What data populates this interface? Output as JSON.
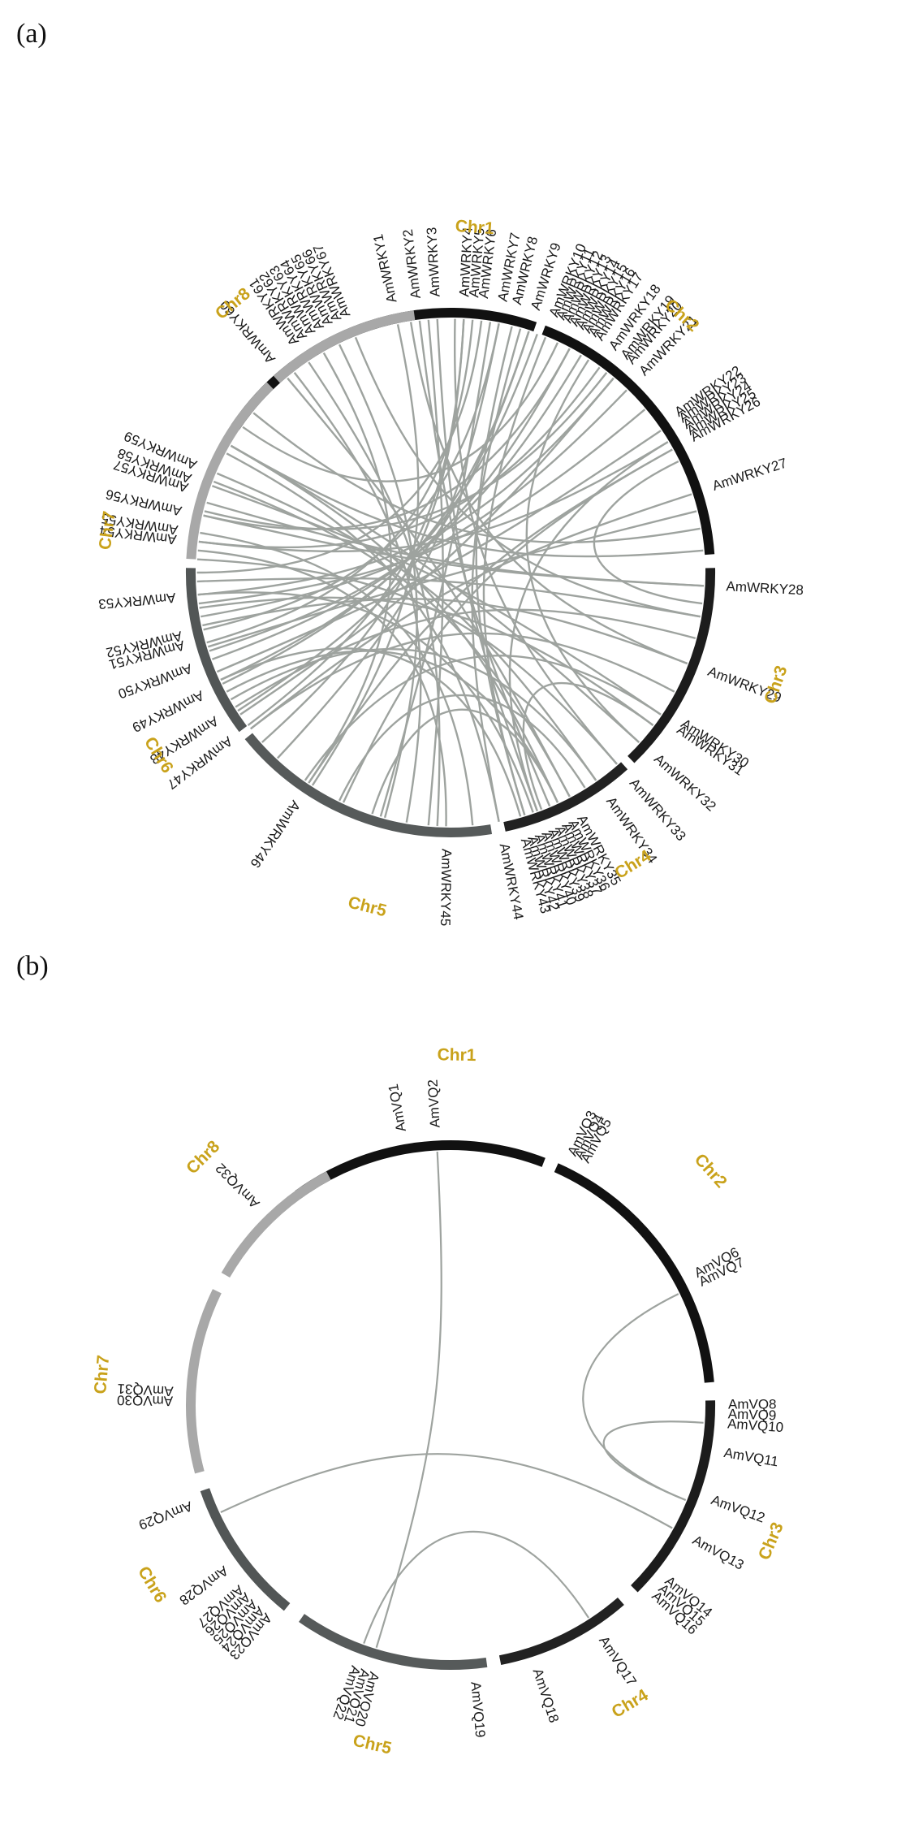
{
  "colors": {
    "chr_label": "#C9A21B",
    "link": "#9ea39f",
    "chromosome": {
      "Chr1": "#111111",
      "Chr2": "#111111",
      "Chr3": "#1c1c1c",
      "Chr4": "#222222",
      "Chr5": "#565a5a",
      "Chr6": "#525656",
      "Chr7": "#a8a8a8",
      "Chr8": "#a8a8a8"
    }
  },
  "panels": [
    {
      "label": "(a)",
      "chromosomes": [
        {
          "name": "Chr1",
          "start": -56,
          "end": 19
        },
        {
          "name": "Chr2",
          "start": 21,
          "end": 86
        },
        {
          "name": "Chr3",
          "start": 89,
          "end": 136
        },
        {
          "name": "Chr4",
          "start": 138,
          "end": 168
        },
        {
          "name": "Chr5",
          "start": 171,
          "end": 231
        },
        {
          "name": "Chr6",
          "start": 233,
          "end": 271
        },
        {
          "name": "Chr7",
          "start": 273,
          "end": 316
        },
        {
          "name": "Chr8",
          "start": 318,
          "end": 352
        }
      ],
      "chr_label_positions": [
        {
          "name": "Chr1",
          "angle": 4
        },
        {
          "name": "Chr2",
          "angle": 42
        },
        {
          "name": "Chr3",
          "angle": 109
        },
        {
          "name": "Chr4",
          "angle": 148
        },
        {
          "name": "Chr5",
          "angle": 194
        },
        {
          "name": "Chr6",
          "angle": 238
        },
        {
          "name": "Chr7",
          "angle": 277
        },
        {
          "name": "Chr8",
          "angle": 321
        }
      ],
      "genes": [
        {
          "name": "AmWRKY1",
          "angle": -12
        },
        {
          "name": "AmWRKY2",
          "angle": -7
        },
        {
          "name": "AmWRKY3",
          "angle": -3
        },
        {
          "name": "AmWRKY4",
          "angle": 3
        },
        {
          "name": "AmWRKY5",
          "angle": 5
        },
        {
          "name": "AmWRKY6",
          "angle": 7
        },
        {
          "name": "AmWRKY7",
          "angle": 11
        },
        {
          "name": "AmWRKY8",
          "angle": 14
        },
        {
          "name": "AmWRKY9",
          "angle": 18
        },
        {
          "name": "AmWRKY10",
          "angle": 22
        },
        {
          "name": "AmWRKY11",
          "angle": 23.5
        },
        {
          "name": "AmWRKY12",
          "angle": 25
        },
        {
          "name": "AmWRKY13",
          "angle": 26.5
        },
        {
          "name": "AmWRKY14",
          "angle": 28
        },
        {
          "name": "AmWRKY15",
          "angle": 29.5
        },
        {
          "name": "AmWRKY16",
          "angle": 31
        },
        {
          "name": "AmWRKY17",
          "angle": 32.5
        },
        {
          "name": "AmWRKY18",
          "angle": 36
        },
        {
          "name": "AmWRKY19",
          "angle": 39
        },
        {
          "name": "AmWRKY20",
          "angle": 40.5
        },
        {
          "name": "AmWRKY21",
          "angle": 44
        },
        {
          "name": "AmWRKY22",
          "angle": 55
        },
        {
          "name": "AmWRKY23",
          "angle": 56.5
        },
        {
          "name": "AmWRKY24",
          "angle": 58
        },
        {
          "name": "AmWRKY25",
          "angle": 59.5
        },
        {
          "name": "AmWRKY26",
          "angle": 61
        },
        {
          "name": "AmWRKY27",
          "angle": 72
        },
        {
          "name": "AmWRKY28",
          "angle": 93
        },
        {
          "name": "AmWRKY29",
          "angle": 111
        },
        {
          "name": "AmWRKY30",
          "angle": 123
        },
        {
          "name": "AmWRKY31",
          "angle": 124.5
        },
        {
          "name": "AmWRKY32",
          "angle": 132
        },
        {
          "name": "AmWRKY33",
          "angle": 139
        },
        {
          "name": "AmWRKY34",
          "angle": 145
        },
        {
          "name": "AmWRKY35",
          "angle": 152
        },
        {
          "name": "AmWRKY36",
          "angle": 154
        },
        {
          "name": "AmWRKY37",
          "angle": 155.5
        },
        {
          "name": "AmWRKY38",
          "angle": 157
        },
        {
          "name": "AmWRKY39",
          "angle": 158.5
        },
        {
          "name": "AmWRKY40",
          "angle": 160
        },
        {
          "name": "AmWRKY41",
          "angle": 161.5
        },
        {
          "name": "AmWRKY42",
          "angle": 163
        },
        {
          "name": "AmWRKY43",
          "angle": 164.5
        },
        {
          "name": "AmWRKY44",
          "angle": 169
        },
        {
          "name": "AmWRKY45",
          "angle": 181
        },
        {
          "name": "AmWRKY46",
          "angle": 214
        },
        {
          "name": "AmWRKY47",
          "angle": 233
        },
        {
          "name": "AmWRKY48",
          "angle": 238
        },
        {
          "name": "AmWRKY49",
          "angle": 244
        },
        {
          "name": "AmWRKY50",
          "angle": 250
        },
        {
          "name": "AmWRKY51",
          "angle": 255
        },
        {
          "name": "AmWRKY52",
          "angle": 257
        },
        {
          "name": "AmWRKY53",
          "angle": 265
        },
        {
          "name": "AmWRKY54",
          "angle": 277
        },
        {
          "name": "AmWRKY55",
          "angle": 279
        },
        {
          "name": "AmWRKY56",
          "angle": 283
        },
        {
          "name": "AmWRKY57",
          "angle": 288
        },
        {
          "name": "AmWRKY58",
          "angle": 290
        },
        {
          "name": "AmWRKY59",
          "angle": 293
        },
        {
          "name": "AmWRKY60",
          "angle": 320
        },
        {
          "name": "AmWRKY61",
          "angle": 326
        },
        {
          "name": "AmWRKY62",
          "angle": 328
        },
        {
          "name": "AmWRKY63",
          "angle": 330
        },
        {
          "name": "AmWRKY64",
          "angle": 332
        },
        {
          "name": "AmWRKY65",
          "angle": 334
        },
        {
          "name": "AmWRKY66",
          "angle": 336
        },
        {
          "name": "AmWRKY67",
          "angle": 338
        }
      ],
      "links": [
        [
          -12,
          213
        ],
        [
          -7,
          157
        ],
        [
          -3,
          160
        ],
        [
          3,
          228
        ],
        [
          5,
          254
        ],
        [
          7,
          270
        ],
        [
          11,
          223
        ],
        [
          14,
          163
        ],
        [
          18,
          237
        ],
        [
          22,
          163
        ],
        [
          25,
          305
        ],
        [
          28,
          283
        ],
        [
          31,
          252
        ],
        [
          36,
          277
        ],
        [
          40,
          236
        ],
        [
          44,
          260
        ],
        [
          56,
          247
        ],
        [
          59,
          160
        ],
        [
          72,
          232
        ],
        [
          93,
          286
        ],
        [
          111,
          258
        ],
        [
          124,
          215
        ],
        [
          132,
          300
        ],
        [
          139,
          273
        ],
        [
          145,
          240
        ],
        [
          152,
          291
        ],
        [
          155,
          198
        ],
        [
          161,
          265
        ],
        [
          164,
          245
        ],
        [
          169,
          298
        ],
        [
          181,
          275
        ],
        [
          214,
          330
        ],
        [
          233,
          3
        ],
        [
          244,
          18
        ],
        [
          250,
          28
        ],
        [
          257,
          11
        ],
        [
          265,
          40
        ],
        [
          277,
          59
        ],
        [
          283,
          93
        ],
        [
          290,
          124
        ],
        [
          293,
          145
        ],
        [
          320,
          152
        ],
        [
          326,
          183
        ],
        [
          334,
          195
        ],
        [
          -9,
          111
        ],
        [
          1,
          139
        ],
        [
          16,
          169
        ],
        [
          33,
          132
        ],
        [
          61,
          214
        ],
        [
          76,
          253
        ],
        [
          100,
          268
        ],
        [
          118,
          232
        ],
        [
          127,
          159
        ],
        [
          148,
          206
        ],
        [
          175,
          279
        ],
        [
          190,
          322
        ],
        [
          205,
          61
        ],
        [
          242,
          155
        ],
        [
          262,
          127
        ],
        [
          300,
          155
        ],
        [
          309,
          80
        ],
        [
          338,
          100
        ],
        [
          -5,
          185
        ],
        [
          9,
          196
        ],
        [
          20,
          245
        ],
        [
          38,
          284
        ],
        [
          50,
          263
        ],
        [
          64,
          97
        ],
        [
          85,
          300
        ],
        [
          105,
          238
        ]
      ]
    },
    {
      "label": "(b)",
      "chromosomes": [
        {
          "name": "Chr1",
          "start": -36,
          "end": 21
        },
        {
          "name": "Chr2",
          "start": 24,
          "end": 85
        },
        {
          "name": "Chr3",
          "start": 89,
          "end": 135
        },
        {
          "name": "Chr4",
          "start": 139,
          "end": 169
        },
        {
          "name": "Chr5",
          "start": 172,
          "end": 215
        },
        {
          "name": "Chr6",
          "start": 219,
          "end": 251
        },
        {
          "name": "Chr7",
          "start": 255,
          "end": 296
        },
        {
          "name": "Chr8",
          "start": 300,
          "end": 332
        }
      ],
      "chr_label_positions": [
        {
          "name": "Chr1",
          "angle": 1
        },
        {
          "name": "Chr2",
          "angle": 48
        },
        {
          "name": "Chr3",
          "angle": 113
        },
        {
          "name": "Chr4",
          "angle": 149
        },
        {
          "name": "Chr5",
          "angle": 193
        },
        {
          "name": "Chr6",
          "angle": 239
        },
        {
          "name": "Chr7",
          "angle": 275
        },
        {
          "name": "Chr8",
          "angle": 315
        }
      ],
      "genes": [
        {
          "name": "AmVQ1",
          "angle": -10
        },
        {
          "name": "AmVQ2",
          "angle": -3
        },
        {
          "name": "AmVQ3",
          "angle": 26
        },
        {
          "name": "AmVQ4",
          "angle": 27.5
        },
        {
          "name": "AmVQ5",
          "angle": 29
        },
        {
          "name": "AmVQ6",
          "angle": 62
        },
        {
          "name": "AmVQ7",
          "angle": 64
        },
        {
          "name": "AmVQ8",
          "angle": 90
        },
        {
          "name": "AmVQ9",
          "angle": 92
        },
        {
          "name": "AmVQ10",
          "angle": 94
        },
        {
          "name": "AmVQ11",
          "angle": 100
        },
        {
          "name": "AmVQ12",
          "angle": 110
        },
        {
          "name": "AmVQ13",
          "angle": 119
        },
        {
          "name": "AmVQ14",
          "angle": 129
        },
        {
          "name": "AmVQ15",
          "angle": 131
        },
        {
          "name": "AmVQ16",
          "angle": 133
        },
        {
          "name": "AmVQ17",
          "angle": 147
        },
        {
          "name": "AmVQ18",
          "angle": 162
        },
        {
          "name": "AmVQ19",
          "angle": 175
        },
        {
          "name": "AmVQ20",
          "angle": 196
        },
        {
          "name": "AmVQ21",
          "angle": 198
        },
        {
          "name": "AmVQ22",
          "angle": 200
        },
        {
          "name": "AmVQ23",
          "angle": 221
        },
        {
          "name": "AmVQ24",
          "angle": 223
        },
        {
          "name": "AmVQ25",
          "angle": 225
        },
        {
          "name": "AmVQ26",
          "angle": 227
        },
        {
          "name": "AmVQ27",
          "angle": 229
        },
        {
          "name": "AmVQ28",
          "angle": 234
        },
        {
          "name": "AmVQ29",
          "angle": 249
        },
        {
          "name": "AmVQ30",
          "angle": 271
        },
        {
          "name": "AmVQ31",
          "angle": 273
        },
        {
          "name": "AmVQ32",
          "angle": 316
        }
      ],
      "links": [
        [
          -3,
          197
        ],
        [
          64,
          112
        ],
        [
          94,
          112
        ],
        [
          119,
          245
        ],
        [
          147,
          200
        ]
      ]
    }
  ]
}
